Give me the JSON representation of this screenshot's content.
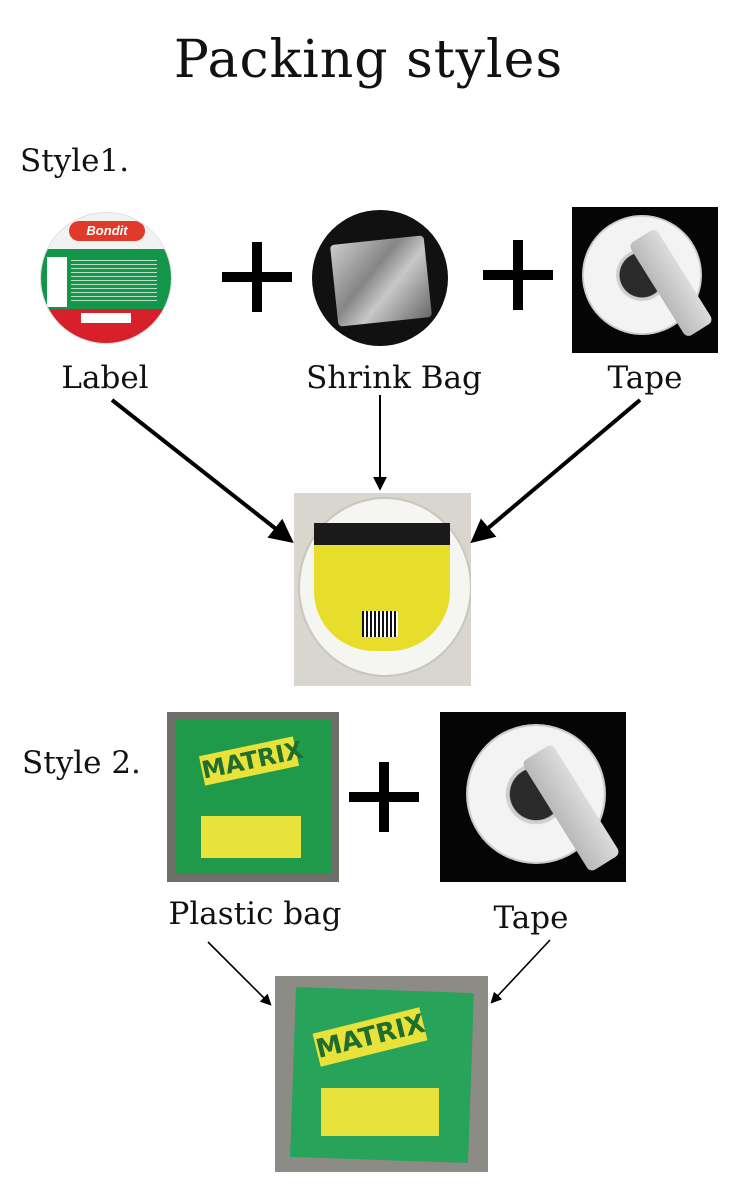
{
  "title": "Packing styles",
  "style1": {
    "heading": "Style1.",
    "items": [
      "Label",
      "Shrink Bag",
      "Tape"
    ]
  },
  "style2": {
    "heading": "Style 2.",
    "items": [
      "Plastic bag",
      "Tape"
    ]
  },
  "photo_text": {
    "label_brand": "Bondit",
    "product_brand": "MATRIX"
  }
}
